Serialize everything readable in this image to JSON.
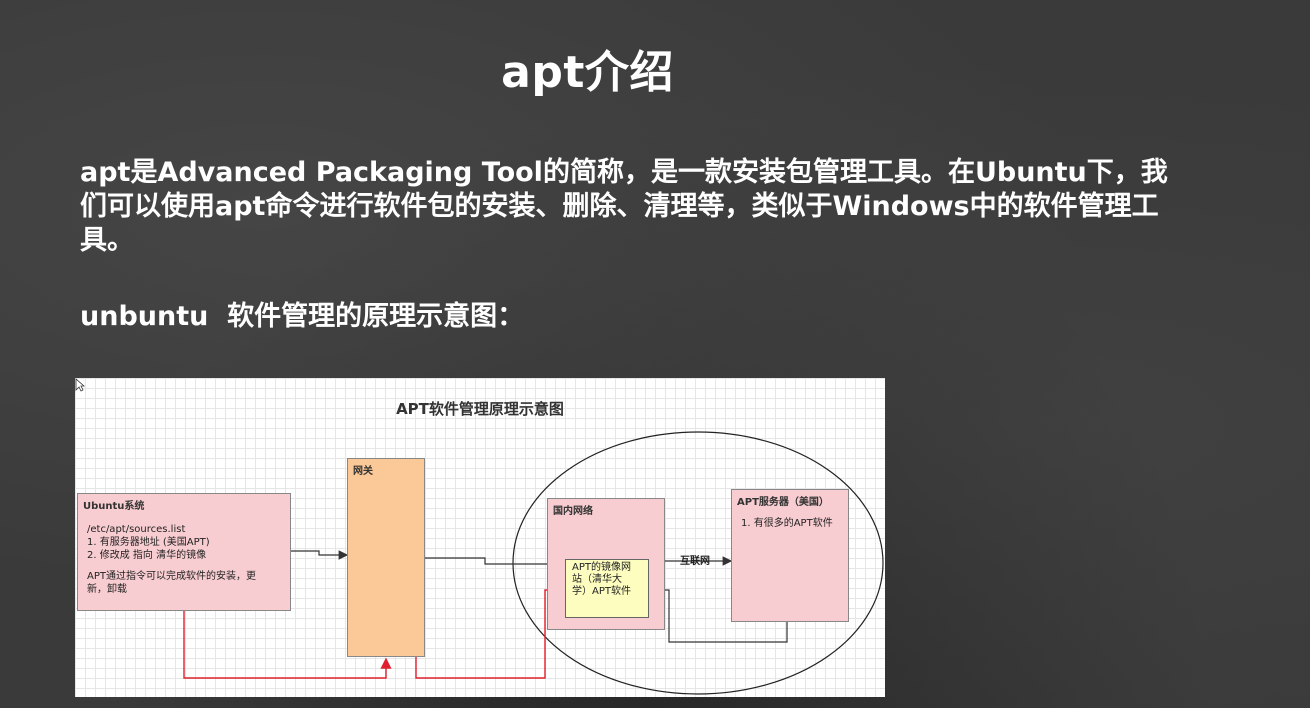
{
  "slide": {
    "title": "apt介绍",
    "intro": "apt是Advanced Packaging Tool的简称，是一款安装包管理工具。在Ubuntu下，我们可以使用apt命令进行软件包的安装、删除、清理等，类似于Windows中的软件管理工具。",
    "subhead": "unbuntu  软件管理的原理示意图："
  },
  "diagram": {
    "title": "APT软件管理原理示意图",
    "ubuntu_box": {
      "title": "Ubuntu系统",
      "lines": [
        "/etc/apt/sources.list",
        "1. 有服务器地址 (美国APT)",
        "2. 修改成 指向 清华的镜像",
        "APT通过指令可以完成软件的安装，更",
        "新，卸载"
      ]
    },
    "gateway_box": {
      "title": "网关"
    },
    "domestic_box": {
      "title": "国内网络"
    },
    "mirror_box": {
      "lines": [
        "APT的镜像网",
        "站（清华大",
        "学）APT软件"
      ]
    },
    "server_box": {
      "title": "APT服务器（美国）",
      "lines": [
        "1. 有很多的APT软件"
      ]
    },
    "internet_label": "互联网",
    "colors": {
      "pink": "#f8cdd1",
      "orange": "#fbc897",
      "yellow": "#fdfdc0",
      "red_arrow": "#e0202c",
      "dark_arrow": "#333333"
    }
  }
}
